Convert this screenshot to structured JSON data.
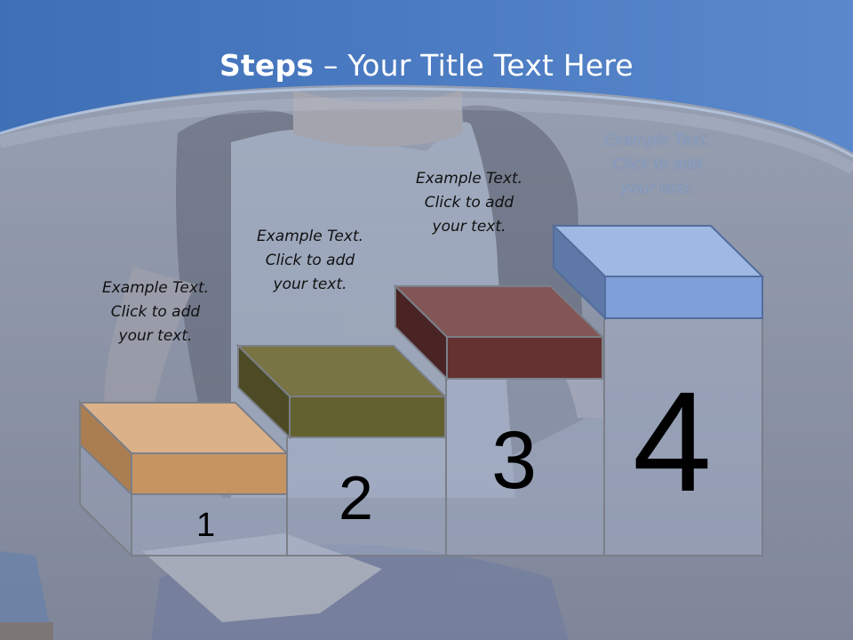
{
  "slide": {
    "title_bold": "Steps",
    "title_rest": " – Your Title Text Here"
  },
  "steps": [
    {
      "number": "1",
      "caption": [
        "Example Text.",
        "Click  to add",
        "your text."
      ],
      "color": "#c69460"
    },
    {
      "number": "2",
      "caption": [
        "Example Text.",
        "Click  to add",
        "your text."
      ],
      "color": "#646130"
    },
    {
      "number": "3",
      "caption": [
        "Example Text.",
        "Click  to add",
        "your text."
      ],
      "color": "#663131"
    },
    {
      "number": "4",
      "caption": [
        "Example Text.",
        "Click  to add",
        "your text."
      ],
      "color": "#7e9fd8"
    }
  ],
  "theme": {
    "header_blue": "#4f7cc3",
    "background_gray": "#8d95a8"
  }
}
